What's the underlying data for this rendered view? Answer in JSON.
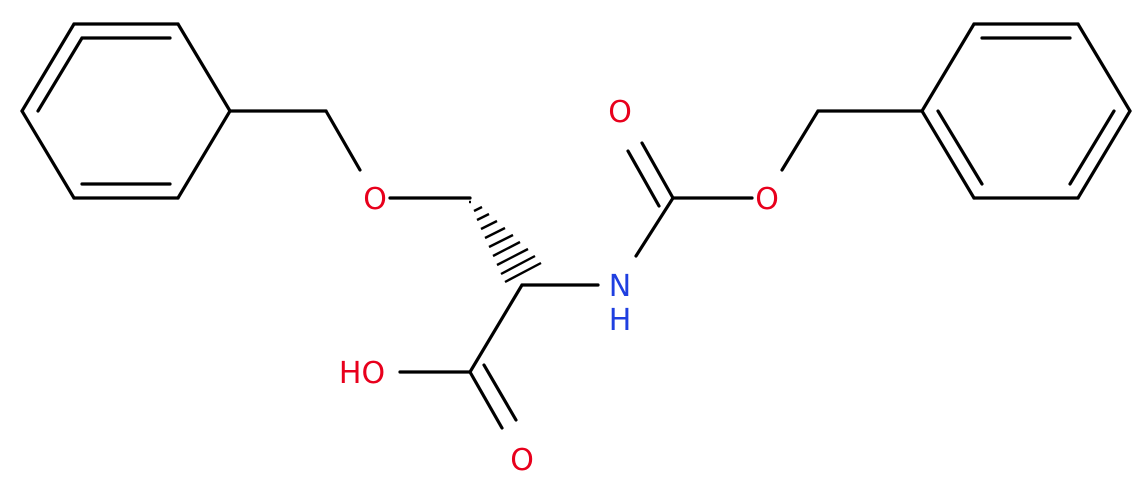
{
  "colors": {
    "bond": "#000000",
    "oxygen": "#e8001c",
    "nitrogen": "#1f3fe0",
    "background": "#ffffff"
  },
  "atoms": {
    "ether_oxygen": "O",
    "carbonyl_oxygen_top": "O",
    "ester_oxygen": "O",
    "amine_n": "N",
    "amine_h": "H",
    "hydroxyl": "HO",
    "acid_carbonyl_oxygen": "O"
  }
}
